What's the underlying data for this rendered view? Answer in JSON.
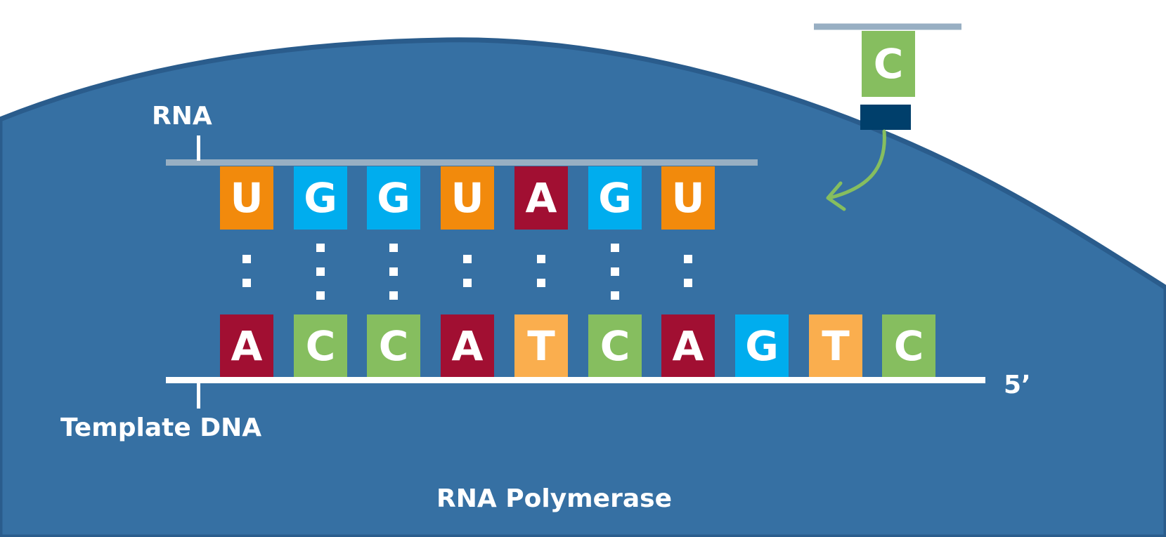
{
  "labels": {
    "rna": "RNA",
    "template_dna": "Template DNA",
    "five_prime": "5’",
    "enzyme": "RNA Polymerase"
  },
  "rna_strand": [
    {
      "base": "U",
      "color": "#F28A0C"
    },
    {
      "base": "G",
      "color": "#00ADEE"
    },
    {
      "base": "G",
      "color": "#00ADEE"
    },
    {
      "base": "U",
      "color": "#F28A0C"
    },
    {
      "base": "A",
      "color": "#A10F32"
    },
    {
      "base": "G",
      "color": "#00ADEE"
    },
    {
      "base": "U",
      "color": "#F28A0C"
    }
  ],
  "base_pairs": [
    2,
    3,
    3,
    2,
    2,
    3,
    2
  ],
  "dna_strand": [
    {
      "base": "A",
      "color": "#A10F32"
    },
    {
      "base": "C",
      "color": "#86BE5F"
    },
    {
      "base": "C",
      "color": "#86BE5F"
    },
    {
      "base": "A",
      "color": "#A10F32"
    },
    {
      "base": "T",
      "color": "#FAAE4E"
    },
    {
      "base": "C",
      "color": "#86BE5F"
    },
    {
      "base": "A",
      "color": "#A10F32"
    },
    {
      "base": "G",
      "color": "#00ADEE"
    },
    {
      "base": "T",
      "color": "#FAAE4E"
    },
    {
      "base": "C",
      "color": "#86BE5F"
    }
  ],
  "incoming_nucleotide": {
    "base": "C",
    "color": "#86BE5F"
  },
  "colors": {
    "polymerase": "#3670A3",
    "polymerase_edge": "#2A5C8C",
    "rna_backbone": "#98AFC3",
    "dna_backbone": "#FFFFFF",
    "nucleotide_phosphate": "#003F6B",
    "arrow": "#86BE5F",
    "text": "#FFFFFF"
  }
}
